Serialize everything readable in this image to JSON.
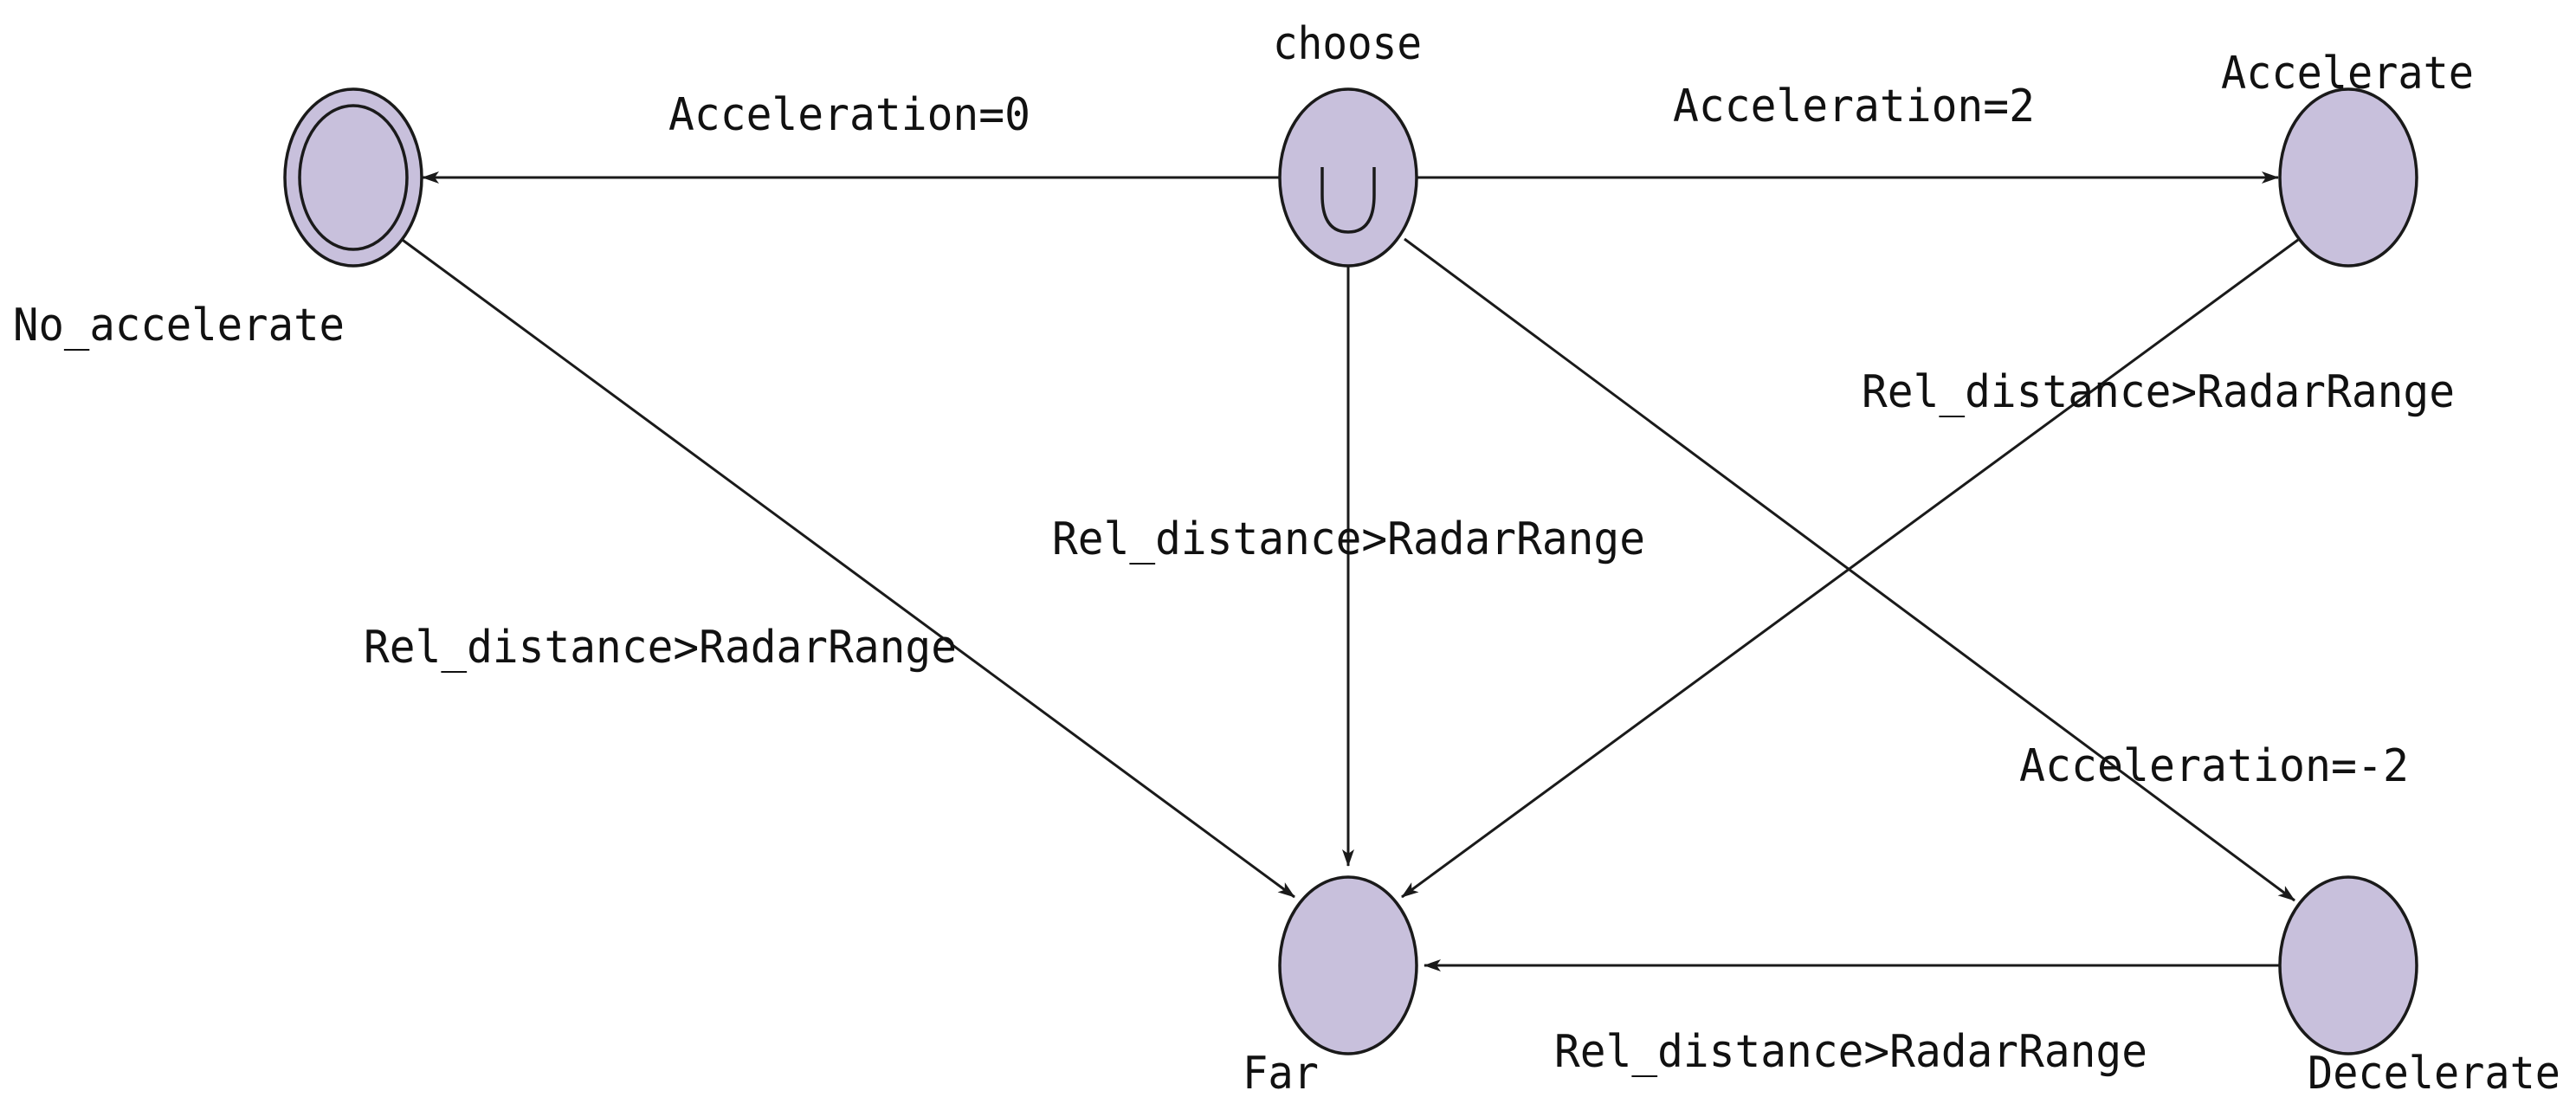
{
  "diagram": {
    "colors": {
      "state_fill": "#c8c0dc",
      "line": "#1a1a1a",
      "text": "#111111"
    },
    "states": {
      "no_accelerate": {
        "name": "No_accelerate",
        "kind": "final"
      },
      "choose": {
        "name": "choose",
        "kind": "choice"
      },
      "accelerate": {
        "name": "Accelerate",
        "kind": "simple"
      },
      "far": {
        "name": "Far",
        "kind": "simple"
      },
      "decelerate": {
        "name": "Decelerate",
        "kind": "simple"
      }
    },
    "transitions": {
      "choose_to_no_accelerate": {
        "from": "choose",
        "to": "no_accelerate",
        "guard": "Acceleration=0"
      },
      "choose_to_accelerate": {
        "from": "choose",
        "to": "accelerate",
        "guard": "Acceleration=2"
      },
      "choose_to_decelerate": {
        "from": "choose",
        "to": "decelerate",
        "guard": "Acceleration=-2"
      },
      "choose_to_far": {
        "from": "choose",
        "to": "far",
        "guard": "Rel_distance>RadarRange"
      },
      "no_accelerate_to_far": {
        "from": "no_accelerate",
        "to": "far",
        "guard": "Rel_distance>RadarRange"
      },
      "accelerate_to_far": {
        "from": "accelerate",
        "to": "far",
        "guard": "Rel_distance>RadarRange"
      },
      "decelerate_to_far": {
        "from": "decelerate",
        "to": "far",
        "guard": "Rel_distance>RadarRange"
      }
    }
  }
}
